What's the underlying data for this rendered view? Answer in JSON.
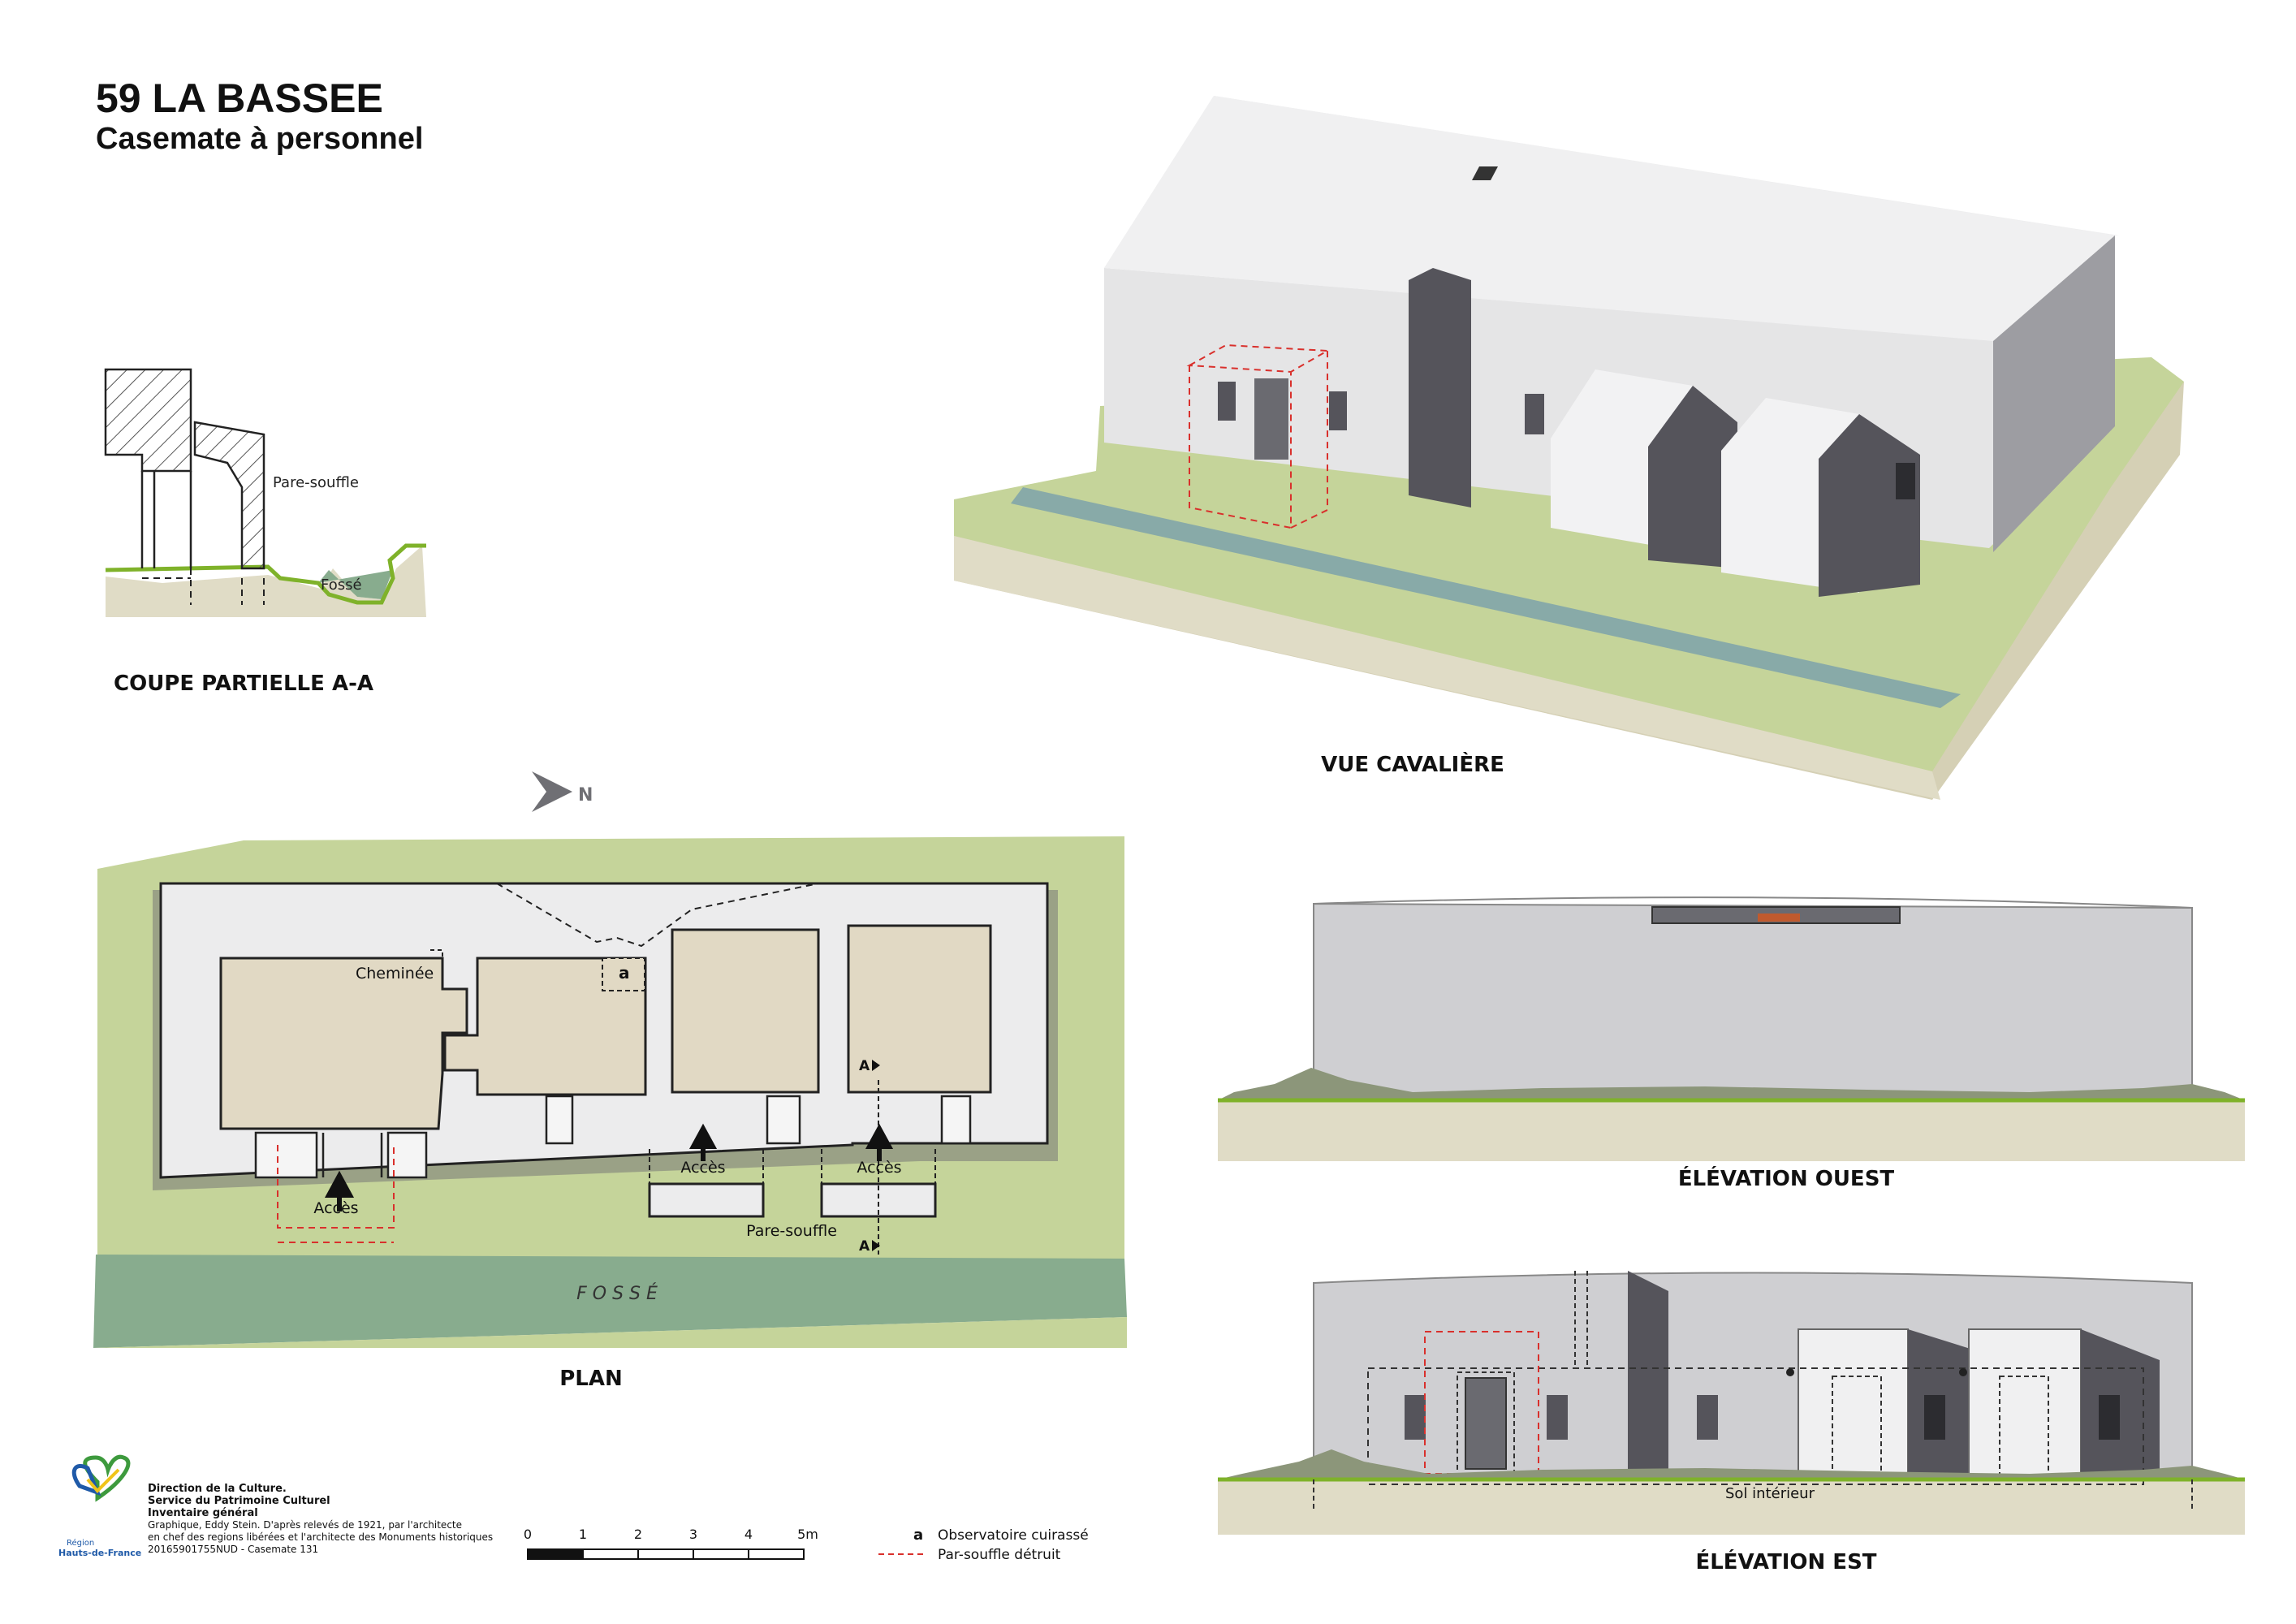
{
  "header": {
    "title": "59 LA BASSEE",
    "subtitle": "Casemate à personnel"
  },
  "section": {
    "label": "COUPE PARTIELLE A-A",
    "pare_souffle": "Pare-souffle",
    "fosse": "Fossé"
  },
  "cavaliere": {
    "label": "VUE CAVALIÈRE"
  },
  "plan": {
    "label": "PLAN",
    "north": "N",
    "chimney": "Cheminée",
    "observatory_mark": "a",
    "access_1": "Accès",
    "access_2": "Accès",
    "access_3": "Accès",
    "pare_souffle": "Pare-souffle",
    "section_mark_top": "A",
    "section_mark_bottom": "A",
    "fosse": "F O S S É"
  },
  "west": {
    "label": "ÉLÉVATION OUEST"
  },
  "east": {
    "label": "ÉLÉVATION EST",
    "sol": "Sol intérieur"
  },
  "credits": {
    "logo_line1": "Région",
    "logo_line2": "Hauts-de-France",
    "line1": "Direction de la Culture.",
    "line2": "Service du Patrimoine Culturel",
    "line3": "Inventaire général",
    "line4": "Graphique, Eddy Stein. D'après relevés de 1921, par l'architecte",
    "line5": "en chef des regions libérées et l'architecte des Monuments historiques",
    "line6": "20165901755NUD - Casemate 131"
  },
  "scale": {
    "ticks": [
      "0",
      "1",
      "2",
      "3",
      "4",
      "5m"
    ]
  },
  "legend": {
    "mark": "a",
    "item1": "Observatoire cuirassé",
    "item2": "Par-souffle détruit"
  },
  "colors": {
    "grass": "#c5d49a",
    "grass_line": "#7fb22a",
    "water": "#88ac8e",
    "soil": "#e0dcc6",
    "room": "#e1d9c4",
    "wall_light": "#ededee",
    "wall_mid": "#cfcfd2",
    "wall_dark": "#55545b",
    "dashed_red": "#d9302c"
  }
}
